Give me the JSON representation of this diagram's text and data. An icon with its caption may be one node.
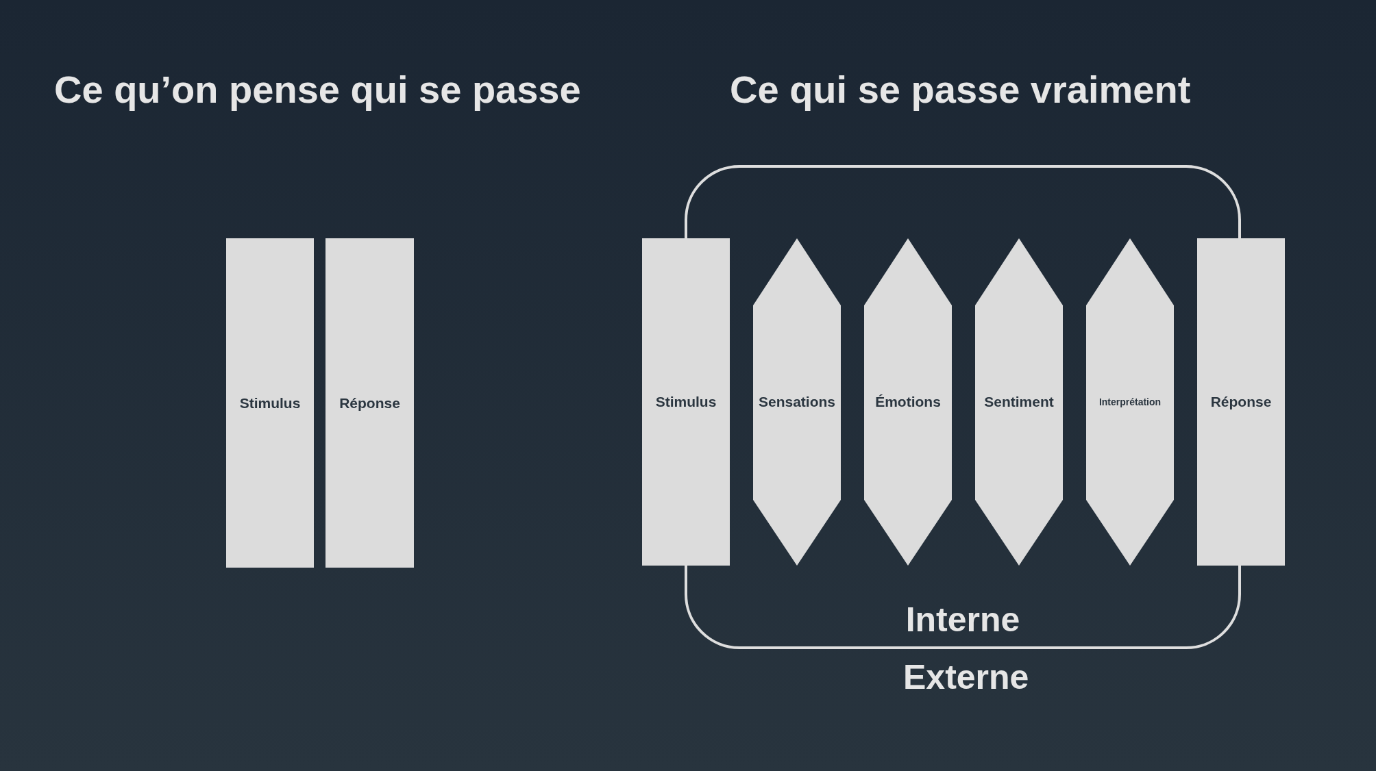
{
  "diagram": {
    "nodes": [
      {
        "text": [
          "Stimulus"
        ]
      },
      {
        "text": [
          "Réponse"
        ]
      },
      {
        "text": [
          "Interne"
        ]
      },
      {
        "text": [
          "Stimulus"
        ]
      },
      {
        "text": [
          "Sensations"
        ],
        "in": 2
      },
      {
        "text": [
          "Émotions"
        ],
        "in": 2
      },
      {
        "text": [
          "Sentiment"
        ],
        "in": 2
      },
      {
        "text": [
          "Interprétation"
        ],
        "in": 2
      },
      {
        "text": [
          "Réponse"
        ]
      }
    ],
    "labels": [
      "Ce qu’on pense qui se passe",
      "Ce qui se passe vraiment",
      "Externe"
    ]
  }
}
